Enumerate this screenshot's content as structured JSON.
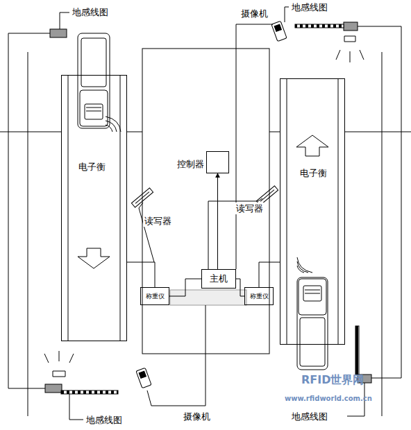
{
  "diagram": {
    "nodes": [
      {
        "text": [
          "电子衡"
        ]
      },
      {
        "text": [
          "电子衡"
        ]
      },
      {
        "text": [
          "控制器"
        ]
      },
      {
        "text": [
          "主机"
        ]
      },
      {
        "text": [
          "称重仪"
        ]
      },
      {
        "text": [
          "称重仪"
        ]
      }
    ],
    "edges": [
      {
        "from": 0,
        "to": 4,
        "arrow": "none"
      },
      {
        "from": 1,
        "to": 5,
        "arrow": "none"
      },
      {
        "from": 4,
        "to": 3,
        "arrow": "none"
      },
      {
        "from": 5,
        "to": 3,
        "arrow": "none"
      },
      {
        "from": 3,
        "to": 2,
        "arrow": "to"
      }
    ],
    "labels": [
      "地感线图",
      "摄像机",
      "地感线图",
      "读写器",
      "读写器",
      "地感线图",
      "摄像机",
      "地感线图",
      "RFID世界网",
      "www.rfidworld.com.cn"
    ]
  }
}
